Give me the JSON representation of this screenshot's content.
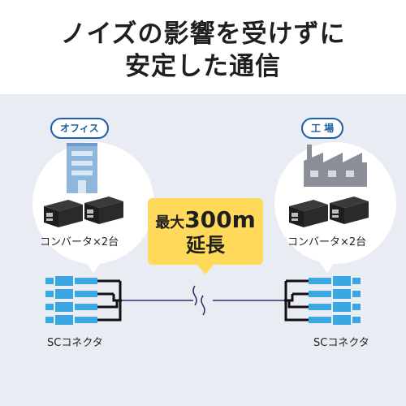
{
  "headline": {
    "line1": "ノイズの影響を受けずに",
    "line2": "安定した通信"
  },
  "left_site": {
    "label": "オフィス",
    "icon": "office-building-icon",
    "converter_caption": "コンバータ×2台",
    "connector_caption": "SCコネクタ"
  },
  "right_site": {
    "label": "工 場",
    "icon": "factory-icon",
    "converter_caption": "コンバータ×2台",
    "connector_caption": "SCコネクタ"
  },
  "callout": {
    "prefix": "最大",
    "distance": "300m",
    "suffix": "延長"
  },
  "colors": {
    "accent": "#1d5fa8",
    "callout": "#ffd95a",
    "panel": "#e9ecf3",
    "connector": "#3aa7e0"
  },
  "icons": [
    "office-building-icon",
    "factory-icon",
    "media-converter-icon",
    "sc-connector-icon",
    "cable-break-icon"
  ]
}
